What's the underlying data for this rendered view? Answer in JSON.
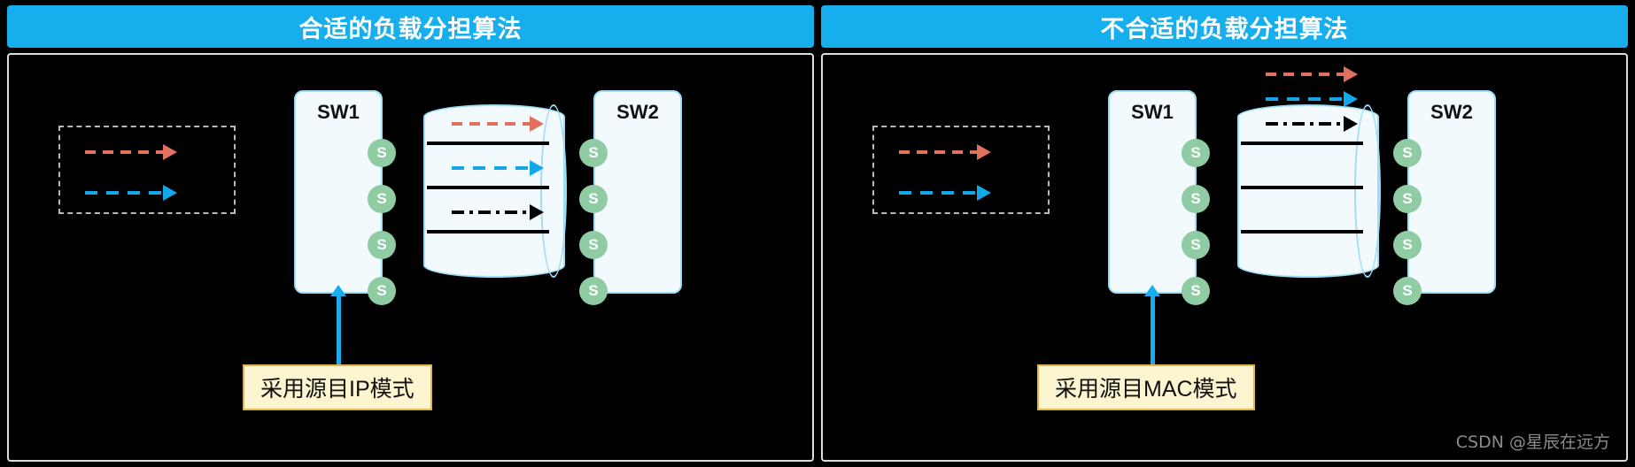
{
  "panels": [
    {
      "id": "suitable",
      "title": "合适的负载分担算法",
      "switch_left_label": "SW1",
      "switch_right_label": "SW2",
      "port_label": "S",
      "port_count": 4,
      "callout": "采用源目IP模式",
      "legend_flows": [
        {
          "name": "flow-red",
          "style": "dashed",
          "color": "#E2705F"
        },
        {
          "name": "flow-blue",
          "style": "dashed",
          "color": "#12A7E8"
        }
      ],
      "trunk_lanes": 4,
      "trunk_flows": [
        {
          "name": "flow-red",
          "lane": 0,
          "color": "#E2705F",
          "style": "dashed"
        },
        {
          "name": "flow-blue",
          "lane": 1,
          "color": "#12A7E8",
          "style": "dashed"
        },
        {
          "name": "flow-black",
          "lane": 2,
          "color": "#000000",
          "style": "dash-dot"
        }
      ]
    },
    {
      "id": "unsuitable",
      "title": "不合适的负载分担算法",
      "switch_left_label": "SW1",
      "switch_right_label": "SW2",
      "port_label": "S",
      "port_count": 4,
      "callout": "采用源目MAC模式",
      "legend_flows": [
        {
          "name": "flow-red",
          "style": "dashed",
          "color": "#E2705F"
        },
        {
          "name": "flow-blue",
          "style": "dashed",
          "color": "#12A7E8"
        }
      ],
      "trunk_lanes": 4,
      "trunk_flows": [
        {
          "name": "flow-red",
          "lane": -2,
          "color": "#E2705F",
          "style": "dashed"
        },
        {
          "name": "flow-blue",
          "lane": -1,
          "color": "#12A7E8",
          "style": "dashed"
        },
        {
          "name": "flow-black",
          "lane": 0,
          "color": "#000000",
          "style": "dash-dot"
        }
      ]
    }
  ],
  "colors": {
    "header_bg": "#17AEEE",
    "header_text": "#FFFFFF",
    "switch_fill": "#F2FAFE",
    "switch_stroke": "#9EDDF7",
    "port_fill": "#8FCCA4",
    "callout_fill": "#FCF5D0",
    "callout_stroke": "#E3B44B",
    "flow_red": "#E2705F",
    "flow_blue": "#12A7E8",
    "flow_black": "#000000",
    "legend_border": "#B9B9B9",
    "stage_border": "#DDDDDD",
    "background": "#000000"
  },
  "watermark": "CSDN @星辰在远方"
}
